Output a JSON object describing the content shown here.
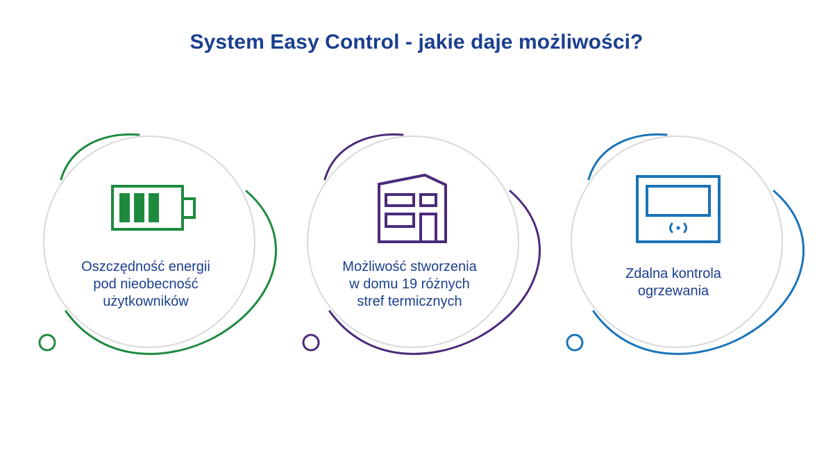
{
  "title": "System Easy Control - jakie daje możliwości?",
  "colors": {
    "title": "#1a3f8f",
    "circle": "#d9d9d9",
    "green": "#1e8a3e",
    "purple": "#4b2a7a",
    "blue": "#1a73b8"
  },
  "features": [
    {
      "icon": "battery-icon",
      "lines": [
        "Oszczędność energii",
        "pod nieobecność",
        "użytkowników"
      ]
    },
    {
      "icon": "house-icon",
      "lines": [
        "Możliwość stworzenia",
        "w domu 19 różnych",
        "stref termicznych"
      ]
    },
    {
      "icon": "thermostat-icon",
      "lines": [
        "Zdalna kontrola",
        "ogrzewania"
      ]
    }
  ]
}
